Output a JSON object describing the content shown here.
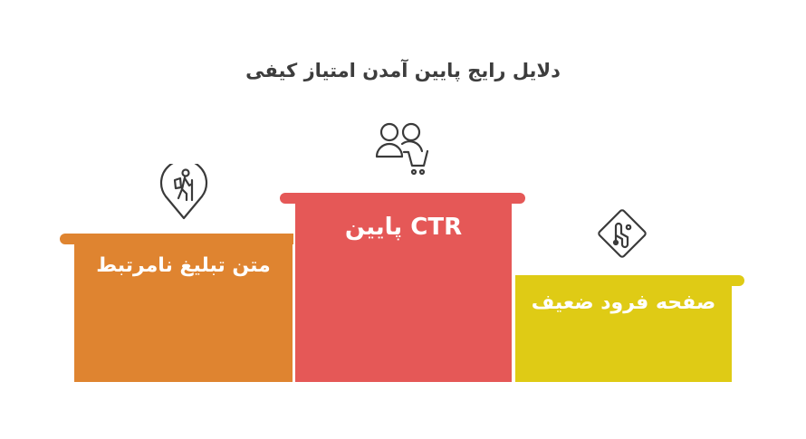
{
  "title": "دلایل رایج پایین آمدن امتیاز کیفی",
  "steps": [
    {
      "label": "متن تبلیغ نامرتبط",
      "color": "#df8430",
      "icon": "hiker-location-pin-icon"
    },
    {
      "label": "CTR پایین",
      "color": "#e55857",
      "icon": "users-shopping-cart-icon"
    },
    {
      "label": "صفحه فرود ضعیف",
      "color": "#dfcb15",
      "icon": "winding-road-sign-icon"
    }
  ],
  "colors": {
    "title": "#3d3d3d",
    "icon_stroke": "#3a3a3a",
    "label_text": "#ffffff"
  }
}
